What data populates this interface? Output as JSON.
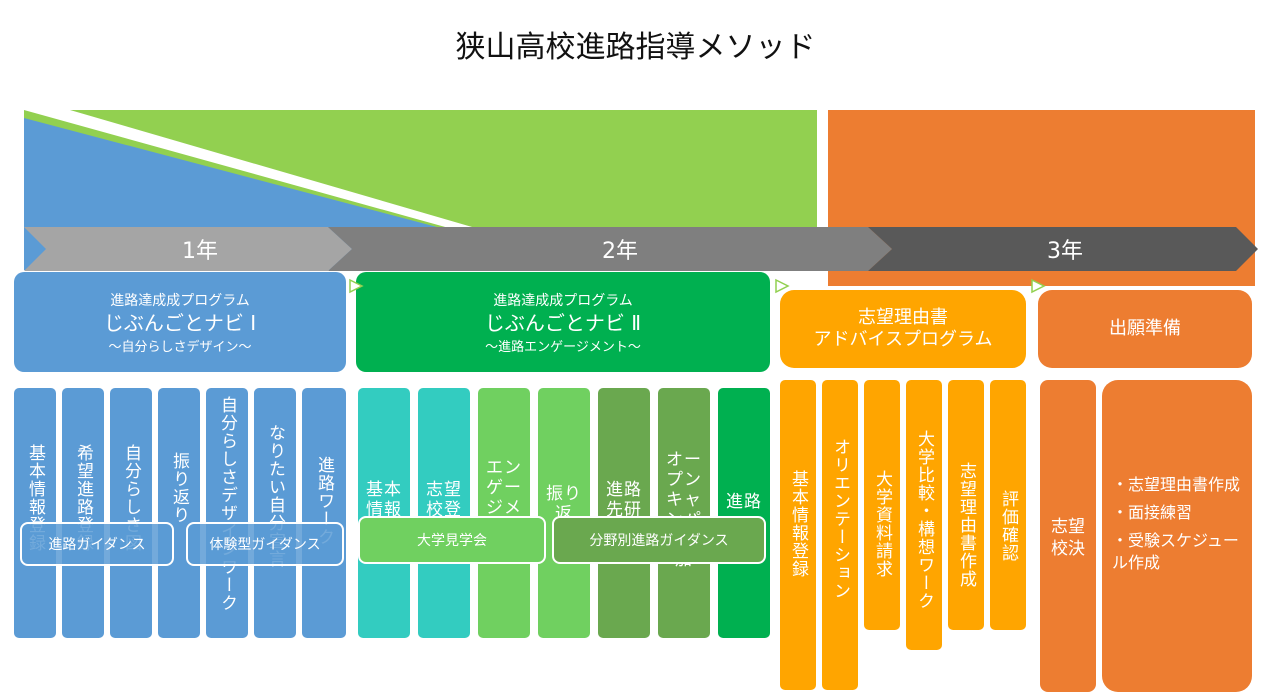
{
  "title": "狭山高校進路指導メソッド",
  "years": [
    "1年",
    "2年",
    "3年"
  ],
  "program1": {
    "sub": "進路達成成プログラム",
    "name": "じぶんごとナビ Ⅰ",
    "tagline": "～自分らしさデザイン～"
  },
  "program2": {
    "sub": "進路達成成プログラム",
    "name": "じぶんごとナビ Ⅱ",
    "tagline": "～進路エンゲージメント～"
  },
  "program3": {
    "line1": "志望理由書",
    "line2": "アドバイスプログラム"
  },
  "program4": {
    "name": "出願準備"
  },
  "y1_columns": [
    "基本情報登録",
    "希望進路登録",
    "自分らしさ図",
    "振り返り",
    "自分らしさデザインワーク",
    "なりたい自分宣言",
    "進路ワーク"
  ],
  "y2_columns": [
    "基本情報",
    "志望校登",
    "エンゲージメ",
    "振り返",
    "進路先研",
    "オープンキャンパス参加",
    "進路"
  ],
  "y3_columns": [
    "基本情報登録",
    "オリエンテーション",
    "大学資料請求",
    "大学比較・構想ワーク",
    "志望理由書作成",
    "評価確認"
  ],
  "y4_columns": [
    "志望校決"
  ],
  "y4_list": [
    "・志望理由書作成",
    "・面接練習",
    "・受験スケジュール作成"
  ],
  "pills": [
    "進路ガイダンス",
    "体験型ガイダンス",
    "大学見学会",
    "分野別進路ガイダンス"
  ],
  "colors": {
    "blue": "#5b9bd5",
    "lightgreen": "#92d050",
    "green": "#00b050",
    "teal": "#33ccc0",
    "midgreen": "#70ad47",
    "orange": "#ed7d31",
    "amber": "#ffa500",
    "gray1": "#a5a5a5",
    "gray2": "#7f7f7f",
    "gray3": "#595959"
  }
}
